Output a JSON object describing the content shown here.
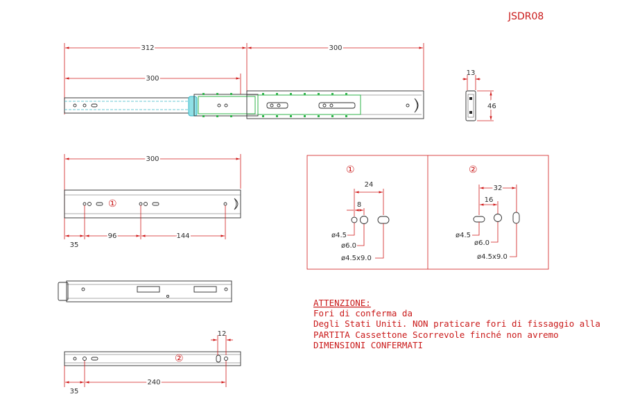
{
  "code": "JSDR08",
  "top_view": {
    "dim_312": "312",
    "dim_300_right": "300",
    "dim_300_inner": "300",
    "side_13": "13",
    "side_46": "46"
  },
  "middle_view": {
    "dim_300": "300",
    "marker": "①",
    "dim_35": "35",
    "dim_96": "96",
    "dim_144": "144"
  },
  "bottom_view": {
    "marker": "②",
    "dim_12": "12",
    "dim_35": "35",
    "dim_240": "240"
  },
  "hole_panels": [
    {
      "marker": "①",
      "dim_outer": "24",
      "dim_inner": "8",
      "label_small": "ø4.5",
      "label_large": "ø6.0",
      "label_slot": "ø4.5x9.0"
    },
    {
      "marker": "②",
      "dim_outer": "32",
      "dim_inner": "16",
      "label_small": "ø4.5",
      "label_large": "ø6.0",
      "label_slot": "ø4.5x9.0"
    }
  ],
  "note": {
    "title": "ATTENZIONE:",
    "lines": [
      "Fori di conferma da",
      "Degli Stati Uniti. NON praticare fori di fissaggio alla",
      "PARTITA Cassettone Scorrevole finché non avremo",
      "DIMENSIONI CONFERMATI"
    ]
  },
  "colors": {
    "dimension": "#d01a1a",
    "text": "#c91818",
    "outline": "#2a2a2a",
    "ball_cage": "#2fb34a",
    "hidden": "#36b7c8"
  }
}
